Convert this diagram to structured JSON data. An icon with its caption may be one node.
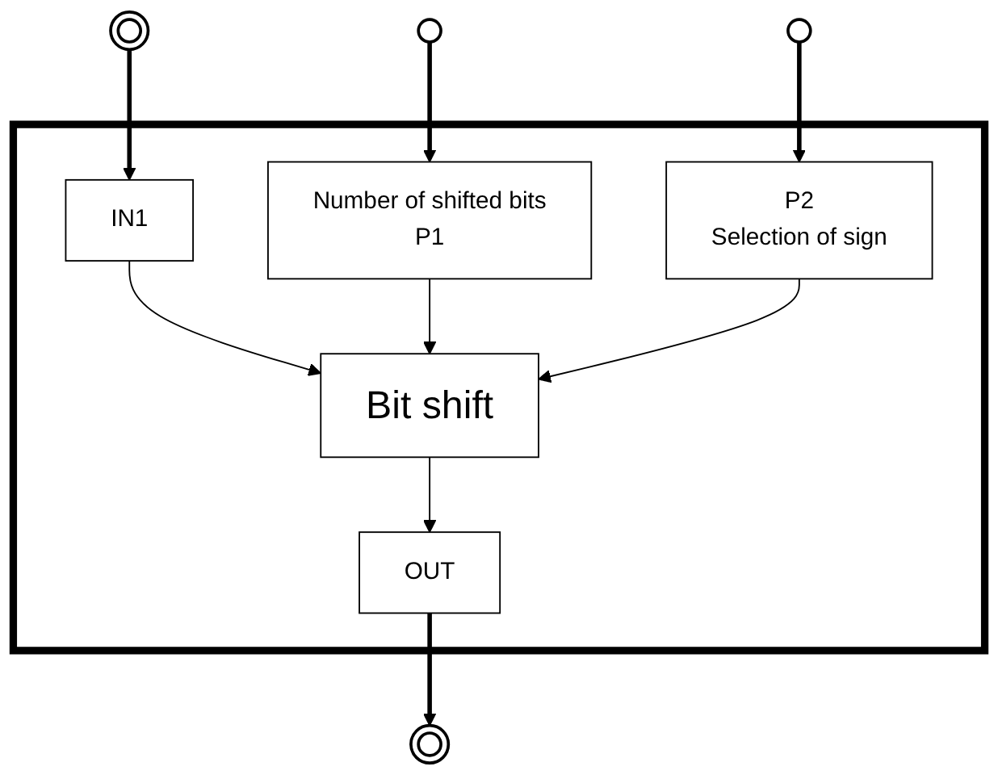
{
  "diagram": {
    "nodes": [
      {
        "text": [],
        "shape": "box"
      },
      {
        "text": [],
        "shape": "circle"
      },
      {
        "text": [
          "IN1"
        ],
        "in": 0
      },
      {
        "text": [
          "Bit shift"
        ],
        "in": 0
      },
      {
        "text": [
          "Number of shifted bits",
          "P1"
        ],
        "in": 0
      },
      {
        "text": [
          "P2",
          "Selection of sign"
        ],
        "in": 0
      },
      {
        "text": [
          "OUT"
        ],
        "in": 0
      },
      {
        "text": [],
        "shape": "circle"
      },
      {
        "text": [],
        "shape": "circle"
      },
      {
        "text": [],
        "shape": "circle"
      }
    ],
    "edges": [
      {
        "from": 1,
        "to": 2,
        "arrow": "to",
        "style": "thick"
      },
      {
        "from": 2,
        "to": 3,
        "arrow": "to"
      },
      {
        "from": 4,
        "to": 3,
        "arrow": "to"
      },
      {
        "from": 5,
        "to": 3,
        "arrow": "to"
      },
      {
        "from": 3,
        "to": 6,
        "arrow": "to"
      },
      {
        "from": 6,
        "to": 7,
        "arrow": "to",
        "style": "thick"
      },
      {
        "from": 8,
        "to": 4,
        "arrow": "to",
        "style": "thick"
      },
      {
        "from": 9,
        "to": 5,
        "arrow": "to",
        "style": "thick"
      }
    ]
  }
}
